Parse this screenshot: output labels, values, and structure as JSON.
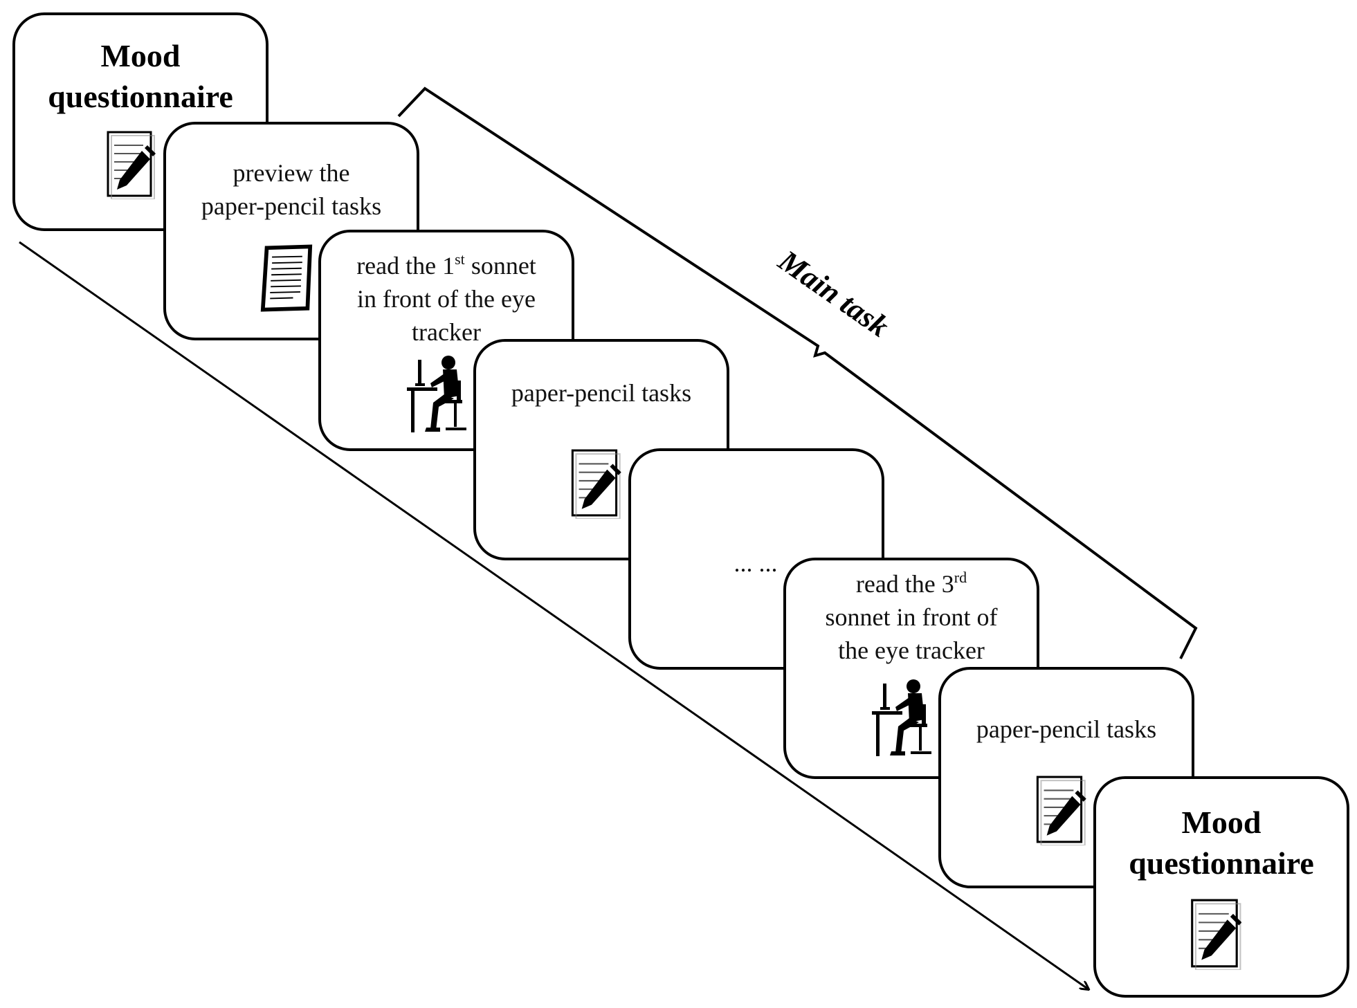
{
  "cards": [
    {
      "id": "mood-start",
      "lines": [
        "Mood",
        "questionnaire"
      ],
      "icon": "document-pencil-icon"
    },
    {
      "id": "preview",
      "lines": [
        "preview the",
        "paper-pencil tasks"
      ],
      "icon": "paper-sheet-icon"
    },
    {
      "id": "read-first",
      "line1_pre": "read the 1",
      "line1_sup": "st",
      "line1_post": " sonnet",
      "line2": "in front of the eye",
      "line3": "tracker",
      "icon": "person-at-computer-icon"
    },
    {
      "id": "paper-pencil-1",
      "lines": [
        "paper-pencil tasks"
      ],
      "icon": "document-pencil-icon"
    },
    {
      "id": "ellipsis",
      "lines": [
        "... ..."
      ]
    },
    {
      "id": "read-third",
      "line1_pre": "read the 3",
      "line1_sup": "rd",
      "line2": "sonnet in front of",
      "line3": "the eye tracker",
      "icon": "person-at-computer-icon"
    },
    {
      "id": "paper-pencil-2",
      "lines": [
        "paper-pencil tasks"
      ],
      "icon": "document-pencil-icon"
    },
    {
      "id": "mood-end",
      "lines": [
        "Mood",
        "questionnaire"
      ],
      "icon": "document-pencil-icon"
    }
  ],
  "brace_label": "Main task"
}
